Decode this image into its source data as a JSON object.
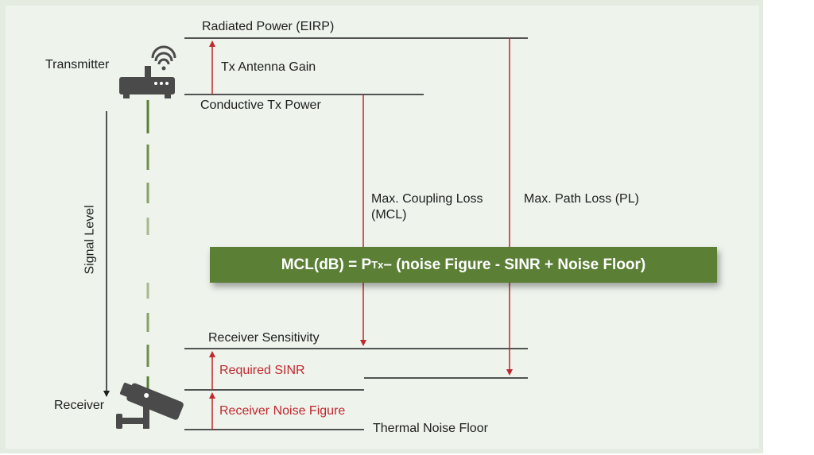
{
  "levels": {
    "eirp": "Radiated Power (EIRP)",
    "conductive_tx_power": "Conductive Tx Power",
    "receiver_sensitivity": "Receiver Sensitivity",
    "thermal_noise_floor": "Thermal Noise Floor"
  },
  "annotations": {
    "tx_antenna_gain": "Tx Antenna Gain",
    "mcl_line1": "Max. Coupling Loss",
    "mcl_line2": "(MCL)",
    "max_path_loss": "Max. Path Loss (PL)",
    "required_sinr": "Required SINR",
    "receiver_noise_figure": "Receiver Noise Figure"
  },
  "nodes": {
    "transmitter": "Transmitter",
    "receiver": "Receiver",
    "axis_label": "Signal Level"
  },
  "formula": {
    "prefix": "MCL(dB) = P",
    "subscript": "Tx",
    "suffix": " – (noise Figure - SINR + Noise Floor)"
  },
  "colors": {
    "arrow_red": "#c1272d",
    "formula_green": "#5a7f35",
    "background": "#eef3ec"
  }
}
